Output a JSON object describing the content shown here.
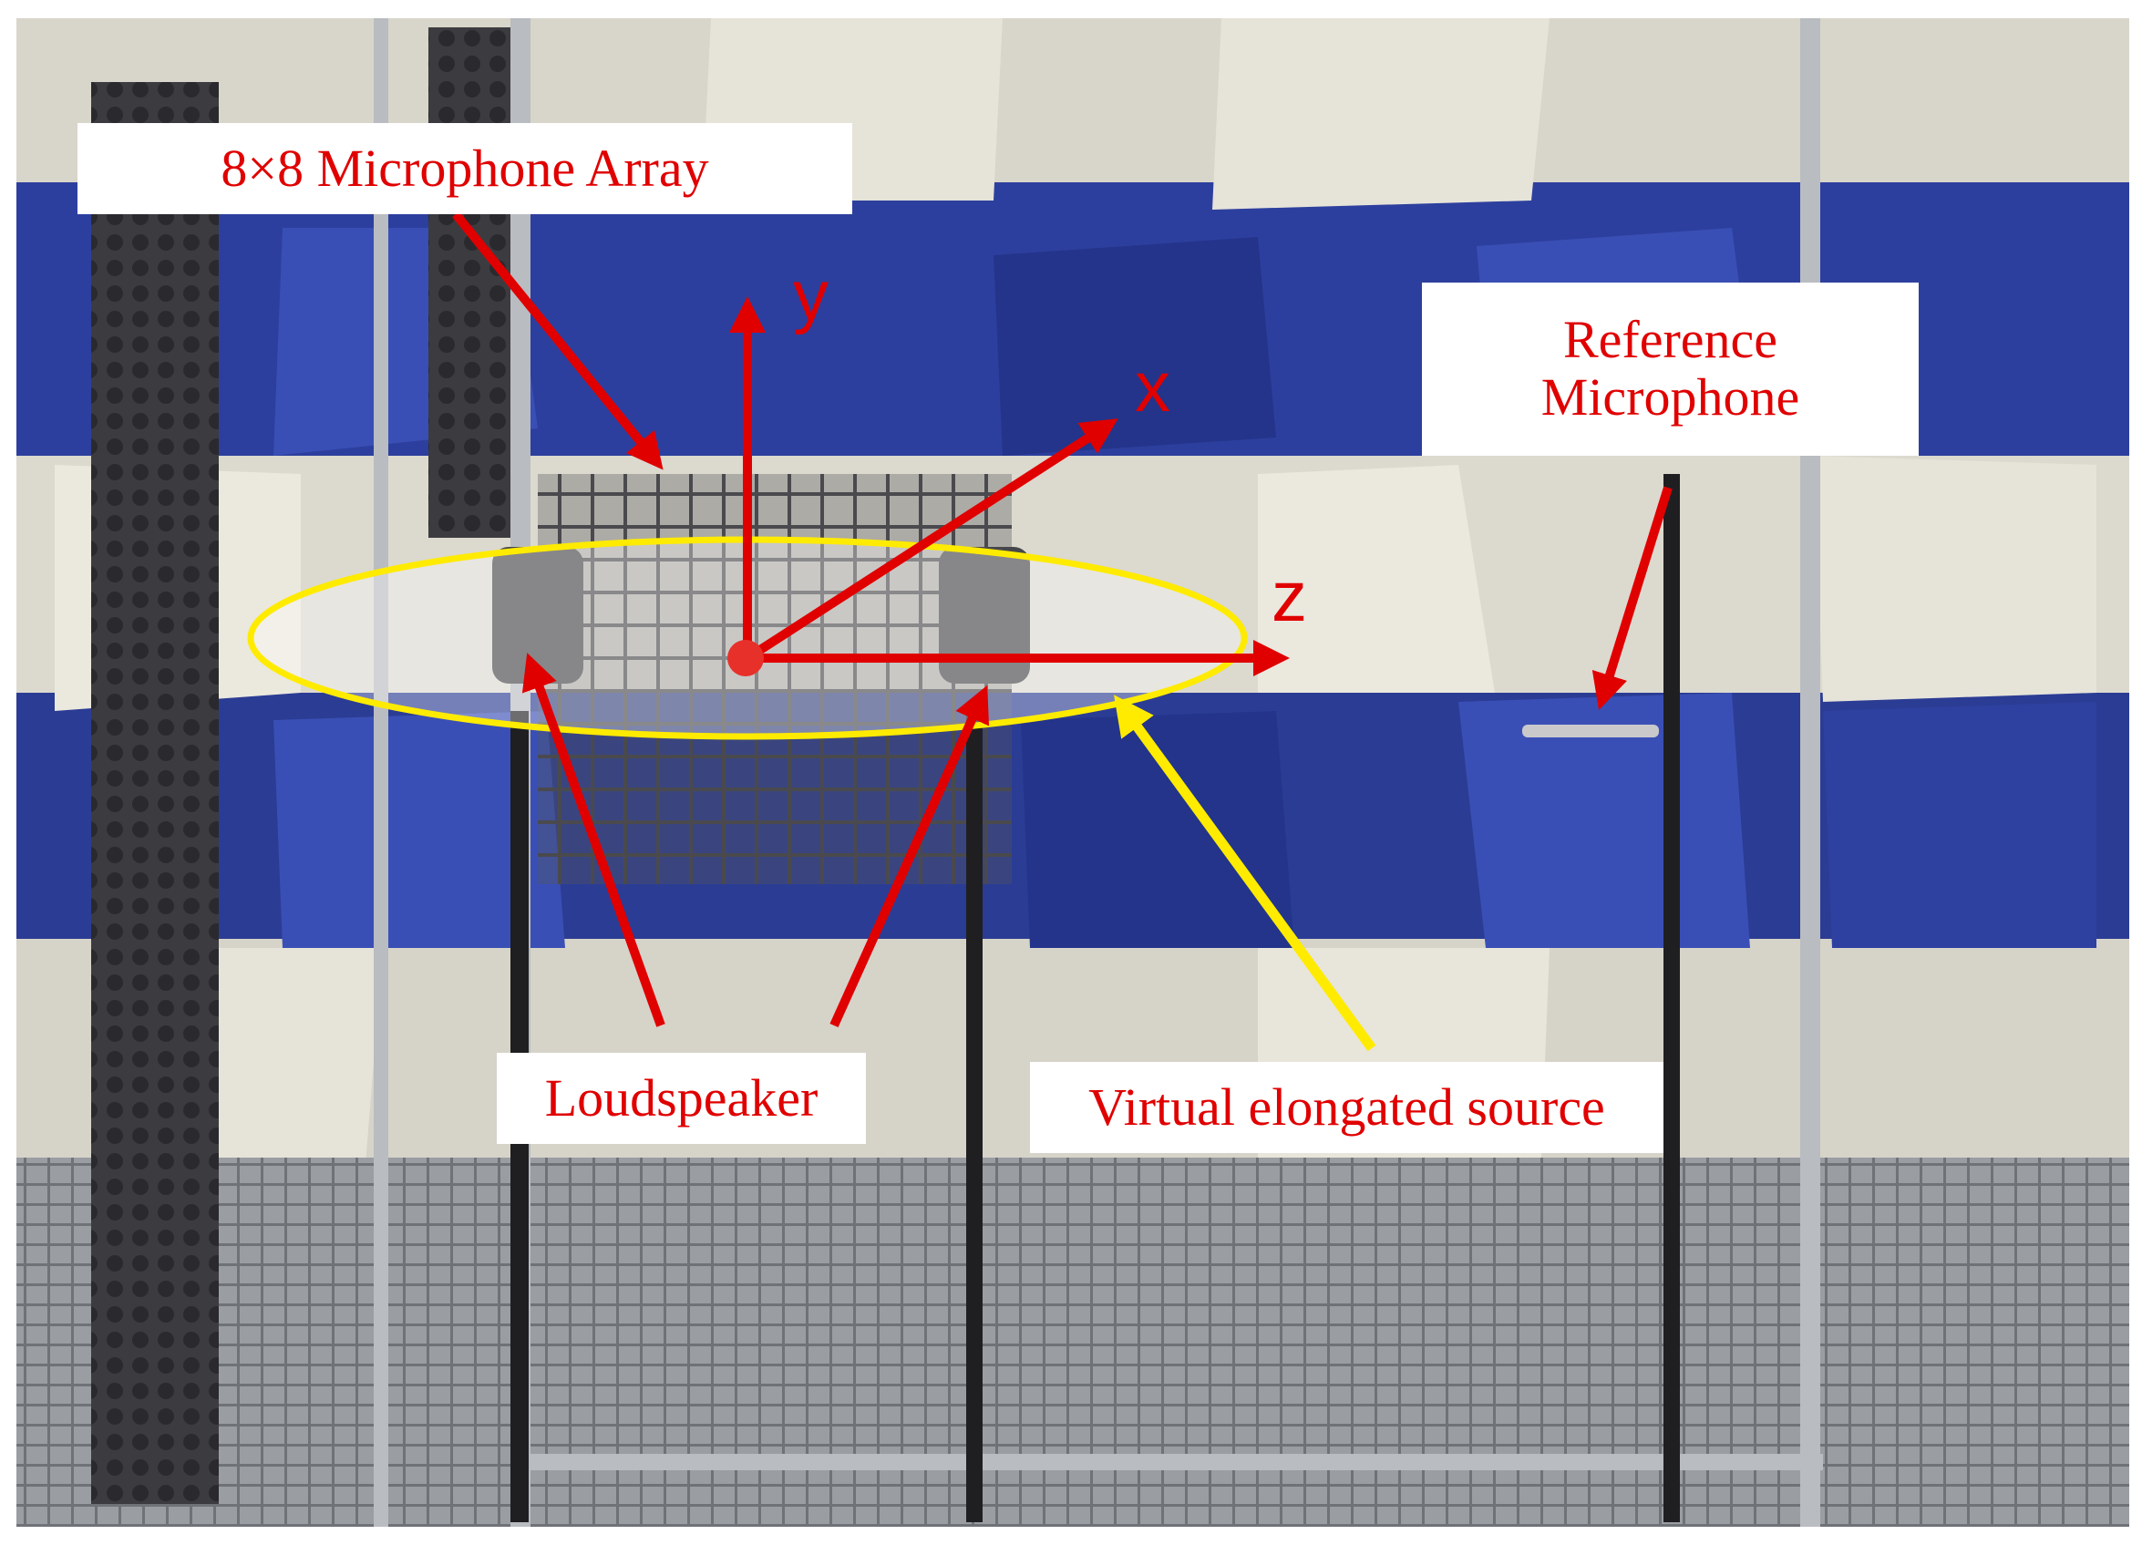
{
  "figure": {
    "labels": {
      "mic_array": "8×8 Microphone Array",
      "reference_mic_line1": "Reference",
      "reference_mic_line2": "Microphone",
      "loudspeaker": "Loudspeaker",
      "virtual_source": "Virtual elongated source"
    },
    "axes": {
      "y": "y",
      "x": "x",
      "z": "z"
    },
    "colors": {
      "annotation_red": "#e00000",
      "source_yellow": "#ffeb00",
      "absorber_blue": "#2d3f9e",
      "absorber_grey": "#d8d5cb",
      "floor_grey": "#8d9196"
    }
  }
}
